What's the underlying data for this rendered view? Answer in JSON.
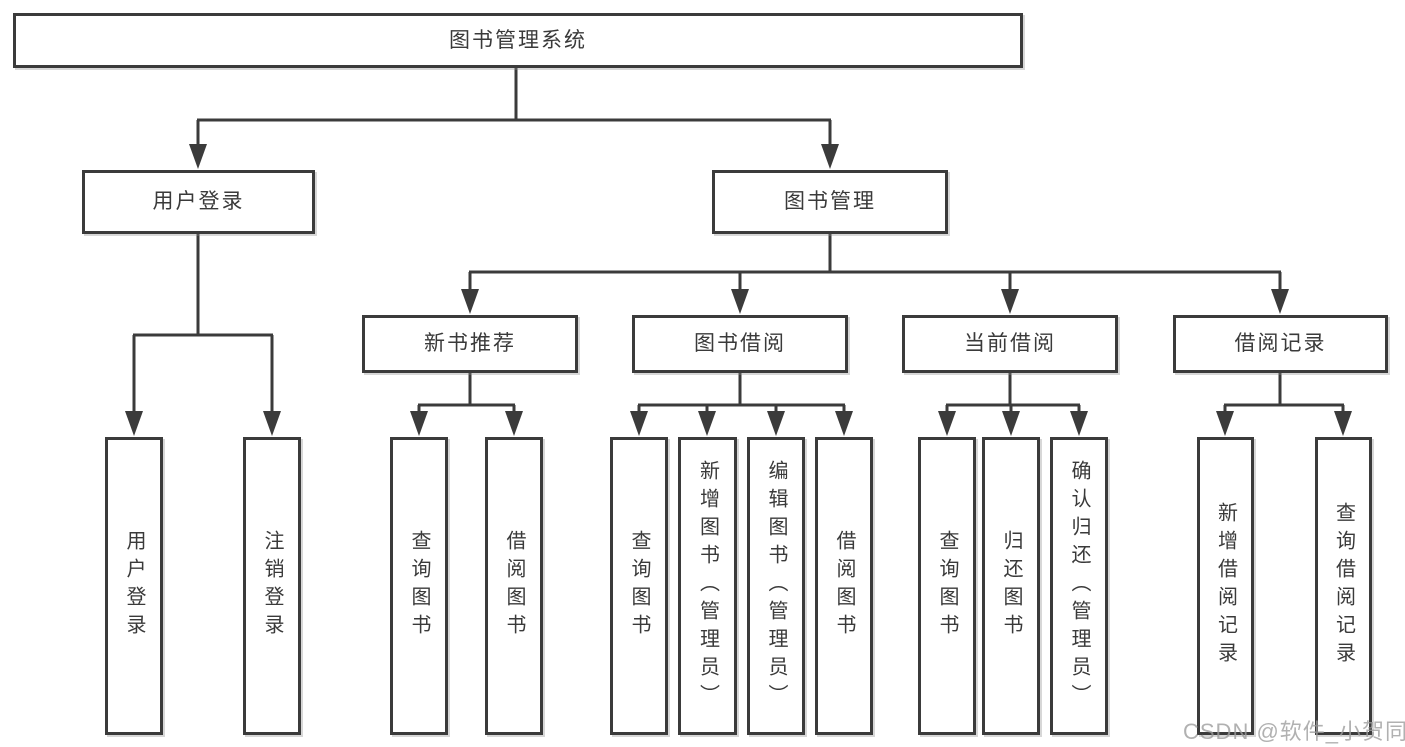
{
  "diagram": {
    "type": "hierarchy-tree",
    "colors": {
      "line": "#3b3b3b",
      "box_border": "#3b3b3b",
      "box_fill": "#ffffff",
      "text": "#3a3a3a",
      "background": "#ffffff",
      "watermark": "#9e9e9e"
    },
    "nodes": {
      "root": "图书管理系统",
      "user_login": "用户登录",
      "book_mgmt": "图书管理",
      "new_book_rec": "新书推荐",
      "book_borrow": "图书借阅",
      "current_borrow": "当前借阅",
      "borrow_records": "借阅记录",
      "leaf_user_login": "用户登录",
      "leaf_logout": "注销登录",
      "leaf_nb_query": "查询图书",
      "leaf_nb_borrow": "借阅图书",
      "leaf_bb_query": "查询图书",
      "leaf_bb_add": "新增图书（管理员）",
      "leaf_bb_edit": "编辑图书（管理员）",
      "leaf_bb_borrow": "借阅图书",
      "leaf_cb_query": "查询图书",
      "leaf_cb_return": "归还图书",
      "leaf_cb_confirm": "确认归还（管理员）",
      "leaf_br_add": "新增借阅记录",
      "leaf_br_query": "查询借阅记录"
    },
    "structure": [
      {
        "parent": "图书管理系统",
        "children": [
          "用户登录",
          "图书管理"
        ]
      },
      {
        "parent": "用户登录",
        "children": [
          "用户登录",
          "注销登录"
        ]
      },
      {
        "parent": "图书管理",
        "children": [
          "新书推荐",
          "图书借阅",
          "当前借阅",
          "借阅记录"
        ]
      },
      {
        "parent": "新书推荐",
        "children": [
          "查询图书",
          "借阅图书"
        ]
      },
      {
        "parent": "图书借阅",
        "children": [
          "查询图书",
          "新增图书（管理员）",
          "编辑图书（管理员）",
          "借阅图书"
        ]
      },
      {
        "parent": "当前借阅",
        "children": [
          "查询图书",
          "归还图书",
          "确认归还（管理员）"
        ]
      },
      {
        "parent": "借阅记录",
        "children": [
          "新增借阅记录",
          "查询借阅记录"
        ]
      }
    ],
    "watermark": "CSDN @软件_小贺同学"
  }
}
